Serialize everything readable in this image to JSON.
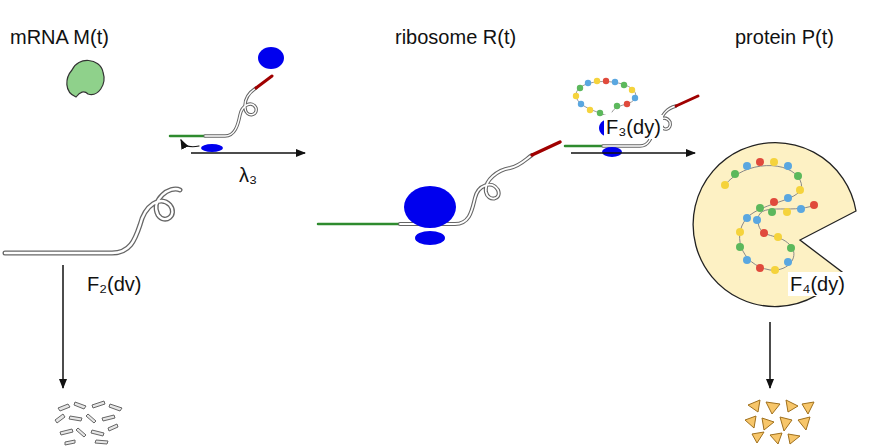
{
  "diagram": {
    "nodes": [
      {
        "text": [
          "mRNA M(t)"
        ]
      },
      {
        "text": [
          "ribosome R(t)"
        ]
      },
      {
        "text": [
          "protein P(t)"
        ]
      }
    ],
    "edges": [
      {
        "from": 0,
        "to": 1,
        "arrow": "to",
        "label": "λ₃"
      },
      {
        "from": 1,
        "to": 2,
        "arrow": "to",
        "label": "F₃(dy)"
      }
    ],
    "labels": [
      "F₂(dv)",
      "F₄(dy)"
    ]
  }
}
